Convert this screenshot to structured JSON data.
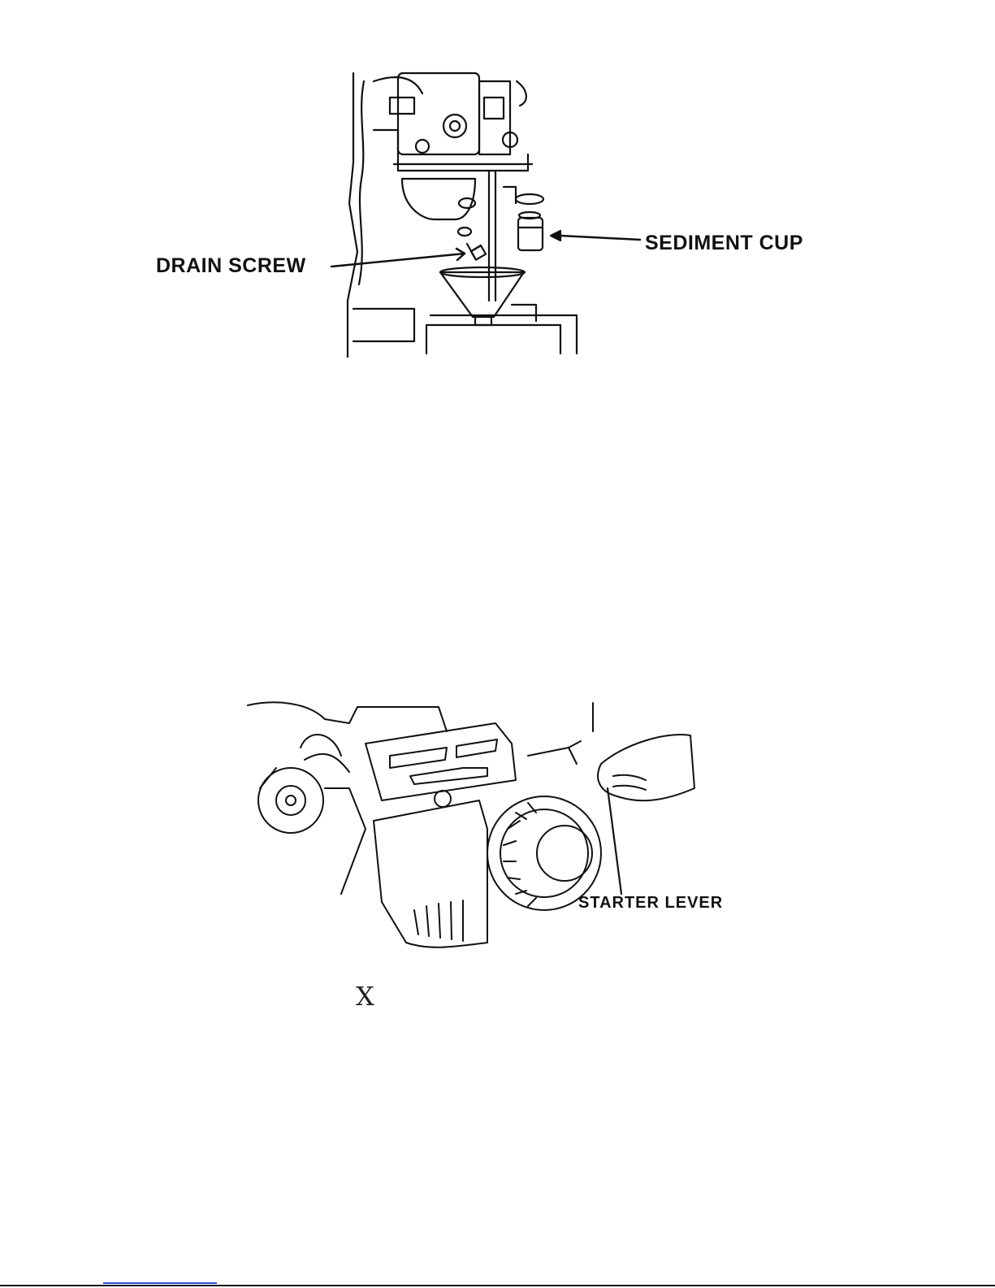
{
  "figures": {
    "carburetor": {
      "labels": {
        "drain_screw": "DRAIN SCREW",
        "sediment_cup": "SEDIMENT CUP"
      }
    },
    "starter": {
      "labels": {
        "starter_lever": "STARTER LEVER"
      }
    }
  },
  "glyph": "X",
  "colors": {
    "ink": "#111111",
    "link": "#2a4fd0",
    "page": "#ffffff"
  }
}
